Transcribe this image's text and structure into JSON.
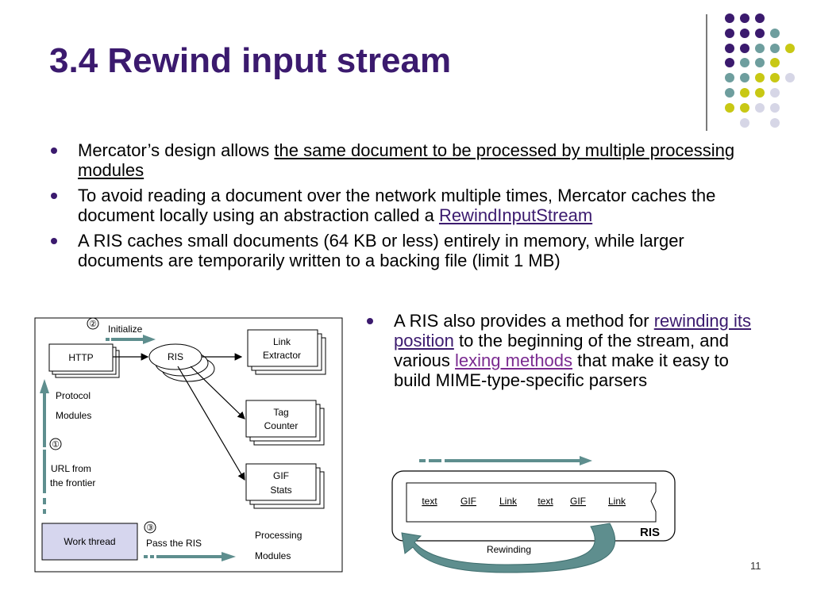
{
  "slide": {
    "title": "3.4 Rewind input stream",
    "page_number": "11"
  },
  "bullets": [
    {
      "pre": "Mercator’s design allows ",
      "link": "the same document to be processed by multiple processing modules",
      "post": ""
    },
    {
      "pre": "To avoid reading a document over the network multiple times, Mercator caches the document locally using an abstraction called a ",
      "link": "RewindInputStream",
      "post": ""
    },
    {
      "pre": "A RIS caches small documents (64 KB or less) entirely in memory, while larger documents are temporarily written to a backing file (limit 1 MB)",
      "link": "",
      "post": ""
    }
  ],
  "right_bullet": {
    "pre": "A RIS also provides a method for ",
    "link1": "rewinding its position",
    "mid": " to the beginning of the stream, and various ",
    "link2": "lexing methods",
    "post": " that make it easy to build MIME-type-specific parsers"
  },
  "diagram_left": {
    "step1": "①",
    "step2": "②",
    "step3": "③",
    "initialize": "Initialize",
    "http": "HTTP",
    "ris": "RIS",
    "link_extractor_1": "Link",
    "link_extractor_2": "Extractor",
    "tag_counter_1": "Tag",
    "tag_counter_2": "Counter",
    "gif_stats_1": "GIF",
    "gif_stats_2": "Stats",
    "protocol": "Protocol",
    "modules": "Modules",
    "url_from": "URL from",
    "the_frontier": "the frontier",
    "work_thread": "Work thread",
    "pass_ris": "Pass the RIS",
    "processing": "Processing",
    "processing_modules": "Modules"
  },
  "diagram_right": {
    "tokens": [
      "text",
      "GIF",
      "Link",
      "text",
      "GIF",
      "Link"
    ],
    "ris_label": "RIS",
    "rewinding": "Rewinding"
  },
  "colors": {
    "title": "#3b1a6e",
    "dot_purple": "#3b1a6e",
    "dot_teal": "#6e9e9e",
    "dot_yellow": "#c8c814",
    "dot_lavender": "#d6d6e6",
    "arrow_fill": "#5e8e8e",
    "work_thread_fill": "#d6d6ee"
  }
}
